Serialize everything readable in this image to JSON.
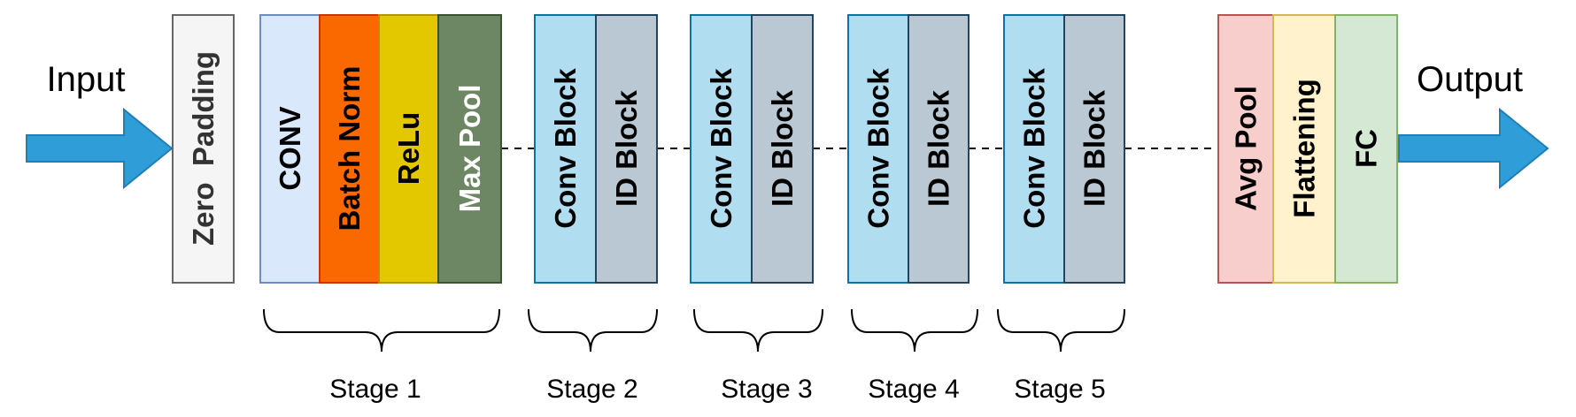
{
  "diagram": {
    "input_label": "Input",
    "output_label": "Output",
    "blocks": {
      "zero_padding": "Zero  Padding",
      "conv": "CONV",
      "batch_norm": "Batch Norm",
      "relu": "ReLu",
      "max_pool": "Max Pool",
      "s2_conv_block": "Conv Block",
      "s2_id_block": "ID Block",
      "s3_conv_block": "Conv Block",
      "s3_id_block": "ID Block",
      "s4_conv_block": "Conv Block",
      "s4_id_block": "ID Block",
      "s5_conv_block": "Conv Block",
      "s5_id_block": "ID Block",
      "avg_pool": "Avg Pool",
      "flattening": "Flattening",
      "fc": "FC"
    },
    "stages": {
      "stage1": "Stage 1",
      "stage2": "Stage 2",
      "stage3": "Stage 3",
      "stage4": "Stage 4",
      "stage5": "Stage 5"
    },
    "colors": {
      "arrow": "#2f9ed8",
      "arrow_stroke": "#1f7fb8",
      "zero_padding": "#f5f5f5",
      "conv": "#dae8fc",
      "batch_norm": "#fa6800",
      "relu": "#e3c800",
      "max_pool": "#6d8764",
      "conv_block": "#b1ddf0",
      "id_block": "#bac8d3",
      "avg_pool": "#f8cecc",
      "flattening": "#fff2cc",
      "fc": "#d5e8d4"
    }
  }
}
